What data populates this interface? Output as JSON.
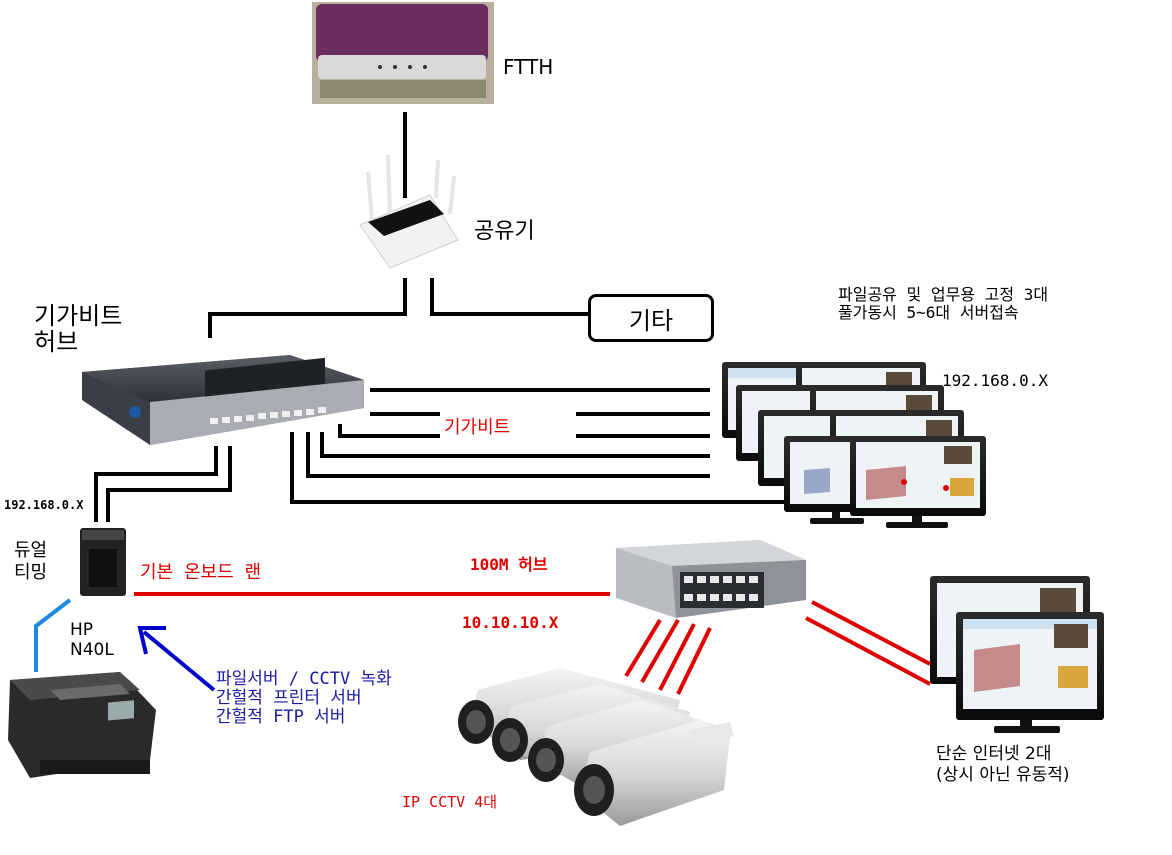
{
  "labels": {
    "ftth": "FTTH",
    "router": "공유기",
    "gigabit_hub_line1": "기가비트",
    "gigabit_hub_line2": "허브",
    "etc": "기타",
    "pc_group_note_line1": "파일공유 및 업무용 고정 3대",
    "pc_group_note_line2": "풀가동시 5~6대 서버접속",
    "pc_subnet": "192.168.0.X",
    "gigabit_link": "기가비트",
    "server_subnet": "192.168.0.X",
    "dual_teaming_line1": "듀얼",
    "dual_teaming_line2": "티밍",
    "onboard_lan": "기본 온보드 랜",
    "hub_100m": "100M 허브",
    "cctv_subnet": "10.10.10.X",
    "server_line1": "HP",
    "server_line2": "N40L",
    "server_role_line1": "파일서버 / CCTV 녹화",
    "server_role_line2": "간헐적 프린터 서버",
    "server_role_line3": "간헐적 FTP 서버",
    "cctv": "IP CCTV 4대",
    "internet_pc_line1": "단순 인터넷 2대",
    "internet_pc_line2": "(상시 아닌 유동적)"
  },
  "colors": {
    "gigabit_line": "#000000",
    "fast_line": "#e00000",
    "printer_line": "#1e88e5",
    "annotation_arrow": "#0000cc",
    "annotation_text": "#1a1aa0",
    "modem": "#6a2d5e"
  }
}
